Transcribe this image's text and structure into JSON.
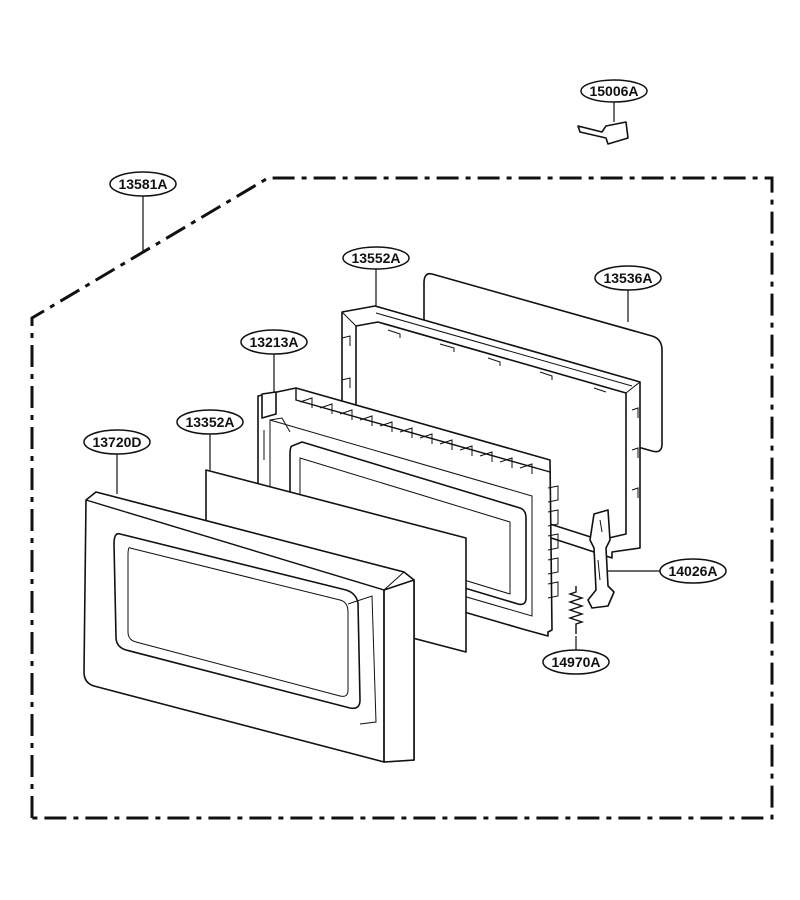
{
  "diagram": {
    "callouts": [
      {
        "id": "15006A",
        "label": "15006A"
      },
      {
        "id": "13581A",
        "label": "13581A"
      },
      {
        "id": "13552A",
        "label": "13552A"
      },
      {
        "id": "13536A",
        "label": "13536A"
      },
      {
        "id": "13213A",
        "label": "13213A"
      },
      {
        "id": "13352A",
        "label": "13352A"
      },
      {
        "id": "13720D",
        "label": "13720D"
      },
      {
        "id": "14026A",
        "label": "14026A"
      },
      {
        "id": "14970A",
        "label": "14970A"
      }
    ]
  }
}
